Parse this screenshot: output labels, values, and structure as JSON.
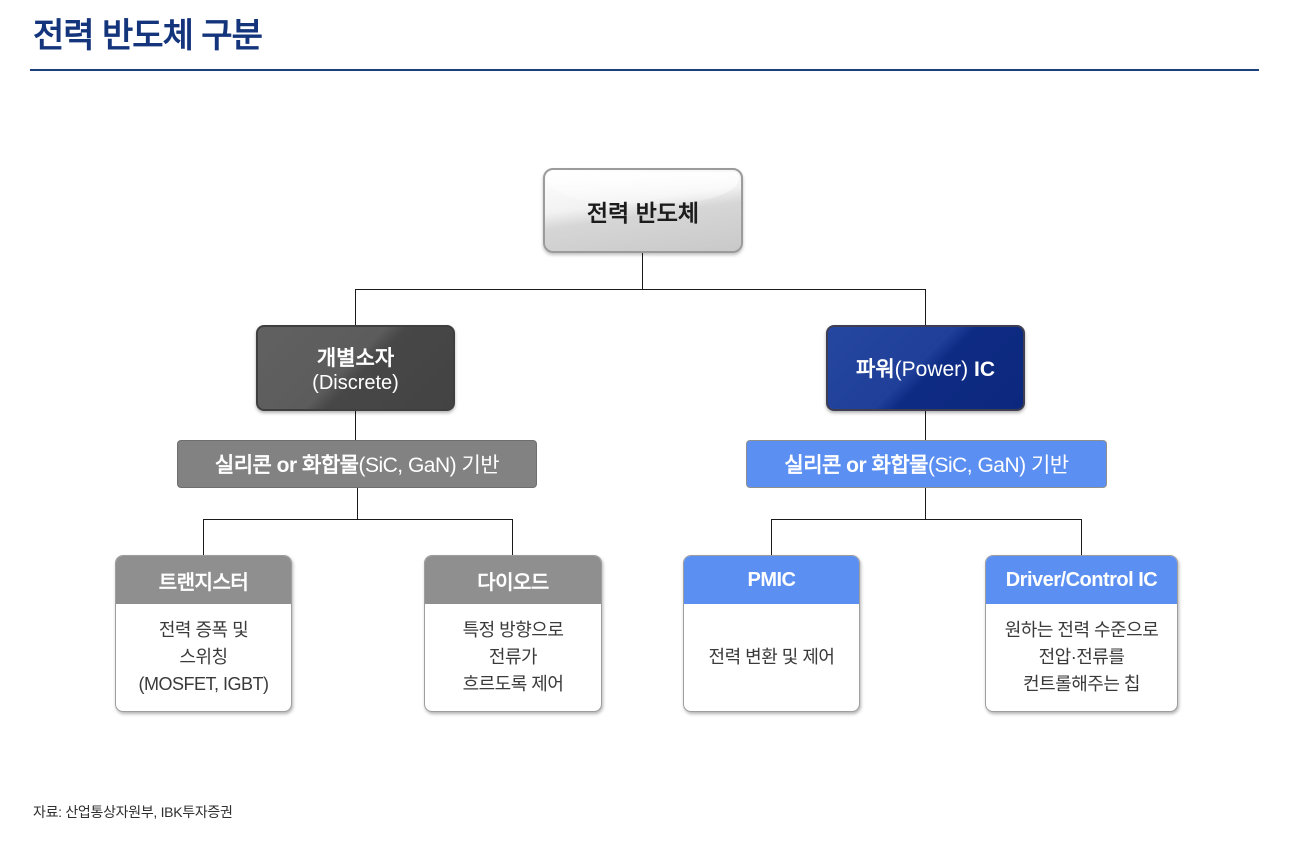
{
  "page": {
    "title": "전력 반도체 구분",
    "source": "자료: 산업통상자원부, IBK투자증권"
  },
  "colors": {
    "title_navy": "#14347C",
    "node_dark_gray_light": "#5e5e5e",
    "node_dark_gray_dark": "#454545",
    "node_navy_light": "#1f3f99",
    "node_navy_dark": "#0d2a82",
    "bar_gray": "#828282",
    "bar_blue": "#5b8ff2",
    "leaf_header_gray": "#8f8f8f",
    "leaf_header_blue": "#5b8ff2",
    "root_silver": "#d6d6d6",
    "connector": "#1a1a1a"
  },
  "diagram": {
    "root": {
      "label": "전력 반도체"
    },
    "left": {
      "node_title": "개별소자",
      "node_sub": "(Discrete)",
      "bar_bold": "실리콘 or 화합물",
      "bar_rest": "(SiC, GaN) 기반",
      "leaves": [
        {
          "header": "트랜지스터",
          "body": "전력 증폭 및\n스위칭\n(MOSFET, IGBT)"
        },
        {
          "header": "다이오드",
          "body": "특정 방향으로\n전류가\n흐르도록 제어"
        }
      ]
    },
    "right": {
      "node_bold1": "파워",
      "node_mid": "(Power)",
      "node_bold2": " IC",
      "bar_bold": "실리콘 or 화합물",
      "bar_rest": "(SiC, GaN) 기반",
      "leaves": [
        {
          "header": "PMIC",
          "body": "전력 변환 및 제어"
        },
        {
          "header": "Driver/Control IC",
          "body": "원하는 전력 수준으로\n전압·전류를\n컨트롤해주는 칩"
        }
      ]
    }
  }
}
